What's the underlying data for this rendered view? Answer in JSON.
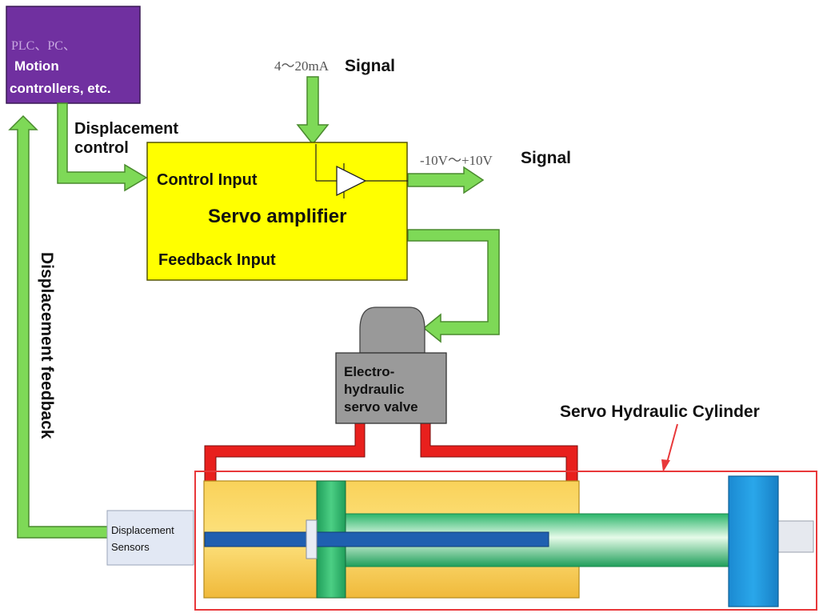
{
  "colors": {
    "arrow_green": "#7ed957",
    "arrow_border": "#4a8a2e",
    "pipe_red": "#e8201d",
    "amplifier_yellow": "#ffff00",
    "controller_purple": "#7030a0",
    "valve_gray": "#9a9a9a",
    "cylinder_gold": "#f6c842",
    "rod_blue": "#1f5fb0",
    "end_cap_blue": "#1e90d6",
    "highlight_red": "#e8383a"
  },
  "controller": {
    "line1": "PLC、PC、",
    "line2": "Motion",
    "line3": "controllers, etc."
  },
  "signal_in": {
    "value": "4～20mA",
    "label": "Signal"
  },
  "signal_out": {
    "value": "-10V～+10V",
    "label": "Signal"
  },
  "displacement_control": {
    "line1": "Displacement",
    "line2": "control"
  },
  "amplifier": {
    "control_input": "Control Input",
    "title": "Servo amplifier",
    "feedback_input": "Feedback Input"
  },
  "feedback_label": "Displacement feedback",
  "valve": {
    "line1": "Electro-",
    "line2": "hydraulic",
    "line3": "servo valve"
  },
  "cylinder_label": "Servo Hydraulic Cylinder",
  "sensor": {
    "line1": "Displacement",
    "line2": "Sensors"
  },
  "icons": [
    "op-amp-triangle-icon",
    "arrow-icon"
  ]
}
